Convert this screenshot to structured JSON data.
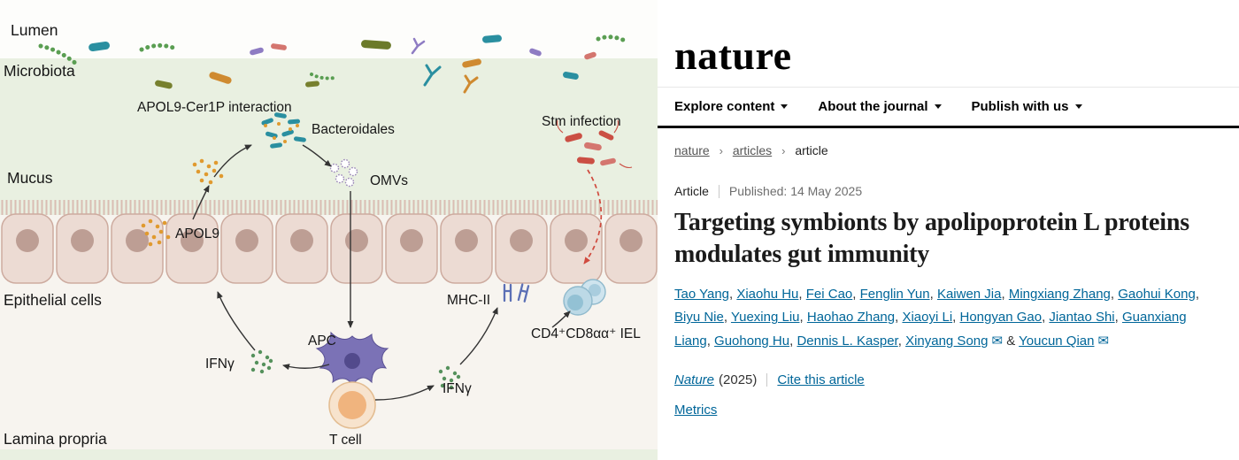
{
  "figure": {
    "labels": {
      "lumen": "Lumen",
      "microbiota": "Microbiota",
      "apol9_cer1p": "APOL9-Cer1P interaction",
      "bacteroidales": "Bacteroidales",
      "stm_infection": "Stm infection",
      "mucus": "Mucus",
      "omvs": "OMVs",
      "apol9": "APOL9",
      "epithelial_cells": "Epithelial cells",
      "mhc2": "MHC-II",
      "iel": "CD4⁺CD8αα⁺ IEL",
      "ifng_left": "IFNγ",
      "apc": "APC",
      "ifng_right": "IFNγ",
      "t_cell": "T cell",
      "lamina_propria": "Lamina propria"
    }
  },
  "site": {
    "logo_text": "nature",
    "nav": [
      {
        "label": "Explore content"
      },
      {
        "label": "About the journal"
      },
      {
        "label": "Publish with us"
      }
    ],
    "breadcrumb": [
      {
        "label": "nature"
      },
      {
        "label": "articles"
      },
      {
        "label": "article"
      }
    ],
    "breadcrumb_separator": "›"
  },
  "article": {
    "type_label": "Article",
    "published_label": "Published:",
    "published_date": "14 May 2025",
    "title": "Targeting symbionts by apolipoprotein L proteins modulates gut immunity",
    "authors": [
      {
        "name": "Tao Yang"
      },
      {
        "name": "Xiaohu Hu"
      },
      {
        "name": "Fei Cao"
      },
      {
        "name": "Fenglin Yun"
      },
      {
        "name": "Kaiwen Jia"
      },
      {
        "name": "Mingxiang Zhang"
      },
      {
        "name": "Gaohui Kong"
      },
      {
        "name": "Biyu Nie"
      },
      {
        "name": "Yuexing Liu"
      },
      {
        "name": "Haohao Zhang"
      },
      {
        "name": "Xiaoyi Li"
      },
      {
        "name": "Hongyan Gao"
      },
      {
        "name": "Jiantao Shi"
      },
      {
        "name": "Guanxiang Liang"
      },
      {
        "name": "Guohong Hu"
      },
      {
        "name": "Dennis L. Kasper"
      },
      {
        "name": "Xinyang Song",
        "email": true
      },
      {
        "name": "Youcun Qian",
        "email": true
      }
    ],
    "author_separator": ", ",
    "author_conjunction": " & ",
    "email_symbol": "✉",
    "journal": "Nature",
    "year": "(2025)",
    "cite_label": "Cite this article",
    "metrics_label": "Metrics"
  },
  "colors": {
    "link": "#006699",
    "mucus_green": "#e9f0e1",
    "cell_pink": "#ecdbd3"
  }
}
